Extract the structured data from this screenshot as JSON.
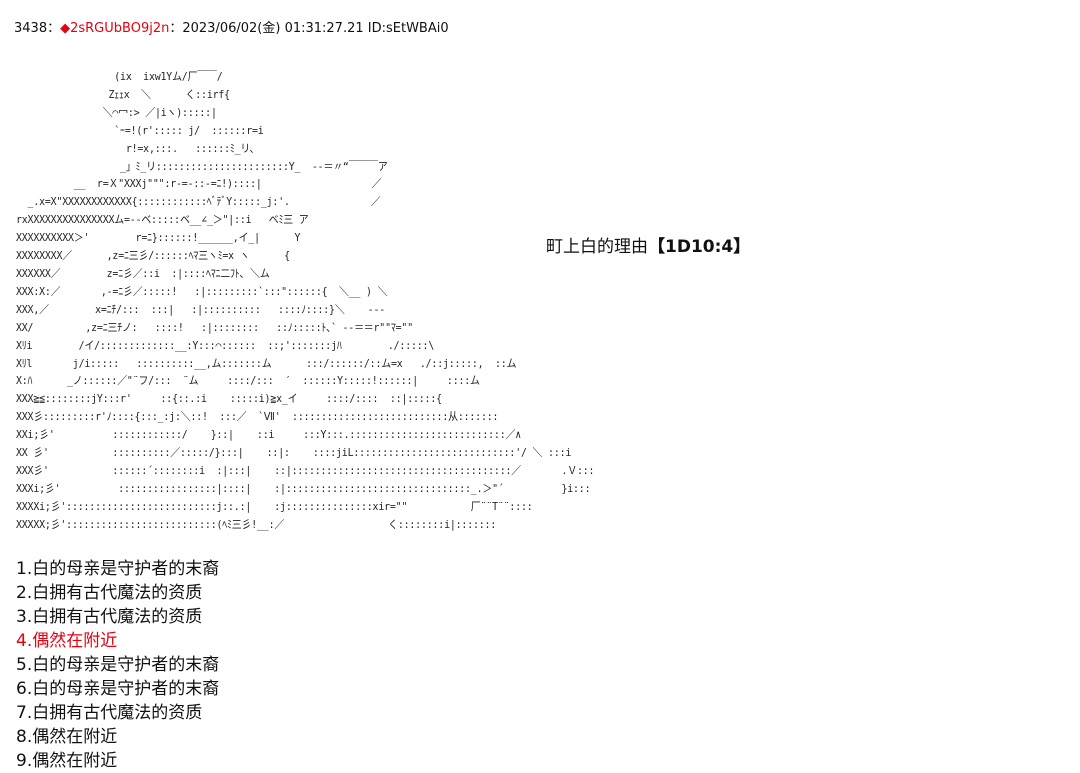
{
  "post": {
    "number": "3438",
    "separator": "：",
    "diamond": "◆",
    "trip": "2sRGUbBO9j2n",
    "sep2": "：",
    "datetime": "2023/06/02(金) 01:31:27.21",
    "id": "ID:sEtWBAi0"
  },
  "aa_lines": [
    "                 (ix  ixw1Yム/厂￣￣/",
    "                Zｪｪx  ＼      く::irf{",
    "               ＼⌒冖:> ／|iヽ):::::|",
    "                 `ｰ=!(r'::::: j/  ::::::r=i",
    "                   r!=x,:::.   ::::::ﾐ_リ、",
    "                  _」ﾐ_リ:::::::::::::::::::::::Y_  ‐‐＝〃“￣￣￣ア",
    "          __  r=Ｘ\"XXXj\"\"\":r-=-::-=ﾆ!)::::|                   ／",
    "  _.x=X\"XXXXXXXXXXXX{::::::::::::ﾍﾞﾃﾞY:::::_j:'.              ／",
    "rxXXXXXXXXXXXXXXXム=--ベ:::::ベ__∠_＞\"|::i   ベﾐ三 ア",
    "XXXXXXXXXX＞'        r=ﾆ}::::::!______,イ_|      Y",
    "XXXXXXXX／      ,z=ﾆ三彡/::::::ﾍﾏ三ヽﾐ=x ヽ      {",
    "XXXXXX／        z=ﾆ彡／::i  :|::::ﾍﾏﾆ二ﾌﾄ､ ＼ム",
    "XXX:X:／       ,-=ﾆ彡／:::::!   :|:::::::::`:::\"::::::{  ＼__ ) ＼",
    "XXX,／        x=ﾆﾁ/:::  :::|   :|::::::::::   ::::ﾉ::::}＼    ‐‐-",
    "XX/         ,z=ﾆ三ﾁノ:   ::::!   :|::::::::   ::ﾉ:::::ﾄ､` ‐‐＝＝r\"\"ﾏ=\"\"",
    "Xﾘi        /イ/:::::::::::::__:Y:::⌒::::::  ::;':::::::jﾊ        ./:::::\\",
    "Xﾘl       j/i:::::   ::::::::::__,ム:::::::ム      :::/::::::/::ム=x   ./::j:::::,  ::ム",
    "X:ﾊ      _ノ::::::／\"¨フ/:::  ¨ム     ::::/:::  ′  ::::::Y:::::!::::::|     ::::ム",
    "XXX≧≦::::::::jY:::r'     ::{::.:i    :::::i)≧x_イ     ::::/::::  ::|:::::{",
    "XXX彡:::::::::r'ﾉ::::{:::_:j:＼::!  :::／  `Ⅶ'  :::::::::::::::::::::::::::从:::::::",
    "XXi;彡'          ::::::::::::/    }::|    ::i     :::Y:::.:::::::::::::::::::::::::::／∧",
    "XX 彡'           ::::::::::／:::::/}:::|    ::|:    ::::jiL::::::::::::::::::::::::::::'/ ＼ :::i",
    "XXX彡'           ::::::´::::::::i  :|:::|    ::|::::::::::::::::::::::::::::::::::::::／       .Ｖ:::",
    "XXXi;彡'          :::::::::::::::::|::::|    :|::::::::::::::::::::::::::::::::_.＞\"´          }i:::",
    "XXXXi;彡'::::::::::::::::::::::::::j::.:|    :j:::::::::::::::xir=\"\"           厂¨¨T¨¨::::",
    "XXXXX;彡'::::::::::::::::::::::::::(ﾍﾐ三彡!__:／                  く::::::::i|:::::::"
  ],
  "caption": {
    "text": "町上白的理由",
    "dice": "【1D10:4】"
  },
  "choices": [
    {
      "label": "1.白的母亲是守护者的末裔",
      "hit": false
    },
    {
      "label": "2.白拥有古代魔法的资质",
      "hit": false
    },
    {
      "label": "3.白拥有古代魔法的资质",
      "hit": false
    },
    {
      "label": "4.偶然在附近",
      "hit": true,
      "color": "#e60012"
    },
    {
      "label": "5.白的母亲是守护者的末裔",
      "hit": false
    },
    {
      "label": "6.白的母亲是守护者的末裔",
      "hit": false
    },
    {
      "label": "7.白拥有古代魔法的资质",
      "hit": false
    },
    {
      "label": "8.偶然在附近",
      "hit": false
    },
    {
      "label": "9.偶然在附近",
      "hit": false
    }
  ],
  "colors": {
    "trip": "#e60012",
    "highlight": "#e60012",
    "text": "#111111"
  }
}
